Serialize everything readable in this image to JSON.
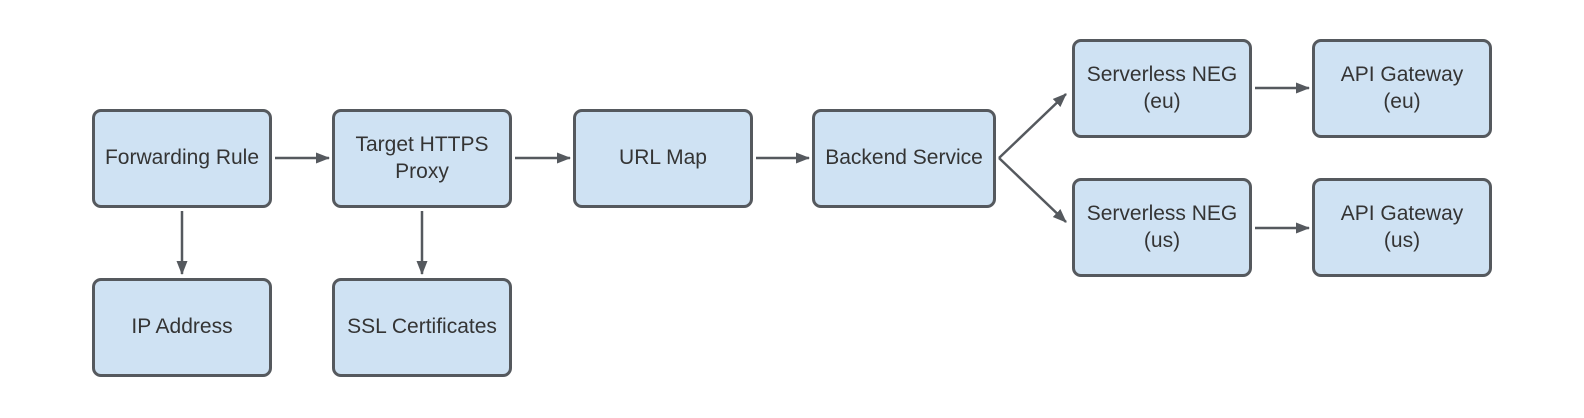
{
  "diagram": {
    "type": "flowchart",
    "nodes": [
      {
        "id": "forwarding-rule",
        "label": "Forwarding Rule"
      },
      {
        "id": "target-https-proxy",
        "label": "Target HTTPS\nProxy"
      },
      {
        "id": "url-map",
        "label": "URL Map"
      },
      {
        "id": "backend-service",
        "label": "Backend Service"
      },
      {
        "id": "serverless-neg-eu",
        "label": "Serverless NEG\n(eu)"
      },
      {
        "id": "api-gateway-eu",
        "label": "API Gateway\n(eu)"
      },
      {
        "id": "serverless-neg-us",
        "label": "Serverless NEG\n(us)"
      },
      {
        "id": "api-gateway-us",
        "label": "API Gateway\n(us)"
      },
      {
        "id": "ip-address",
        "label": "IP Address"
      },
      {
        "id": "ssl-certificates",
        "label": "SSL Certificates"
      }
    ],
    "edges": [
      {
        "from": "Forwarding Rule",
        "to": "Target HTTPS Proxy"
      },
      {
        "from": "Target HTTPS Proxy",
        "to": "URL Map"
      },
      {
        "from": "URL Map",
        "to": "Backend Service"
      },
      {
        "from": "Backend Service",
        "to": "Serverless NEG (eu)"
      },
      {
        "from": "Backend Service",
        "to": "Serverless NEG (us)"
      },
      {
        "from": "Serverless NEG (eu)",
        "to": "API Gateway (eu)"
      },
      {
        "from": "Serverless NEG (us)",
        "to": "API Gateway (us)"
      },
      {
        "from": "Forwarding Rule",
        "to": "IP Address"
      },
      {
        "from": "Target HTTPS Proxy",
        "to": "SSL Certificates"
      }
    ],
    "colors": {
      "node-fill": "#cfe2f3",
      "node-border": "#55595e",
      "arrow-color": "#55595e",
      "text-color": "#343434",
      "page-bg": "#ffffff"
    }
  }
}
